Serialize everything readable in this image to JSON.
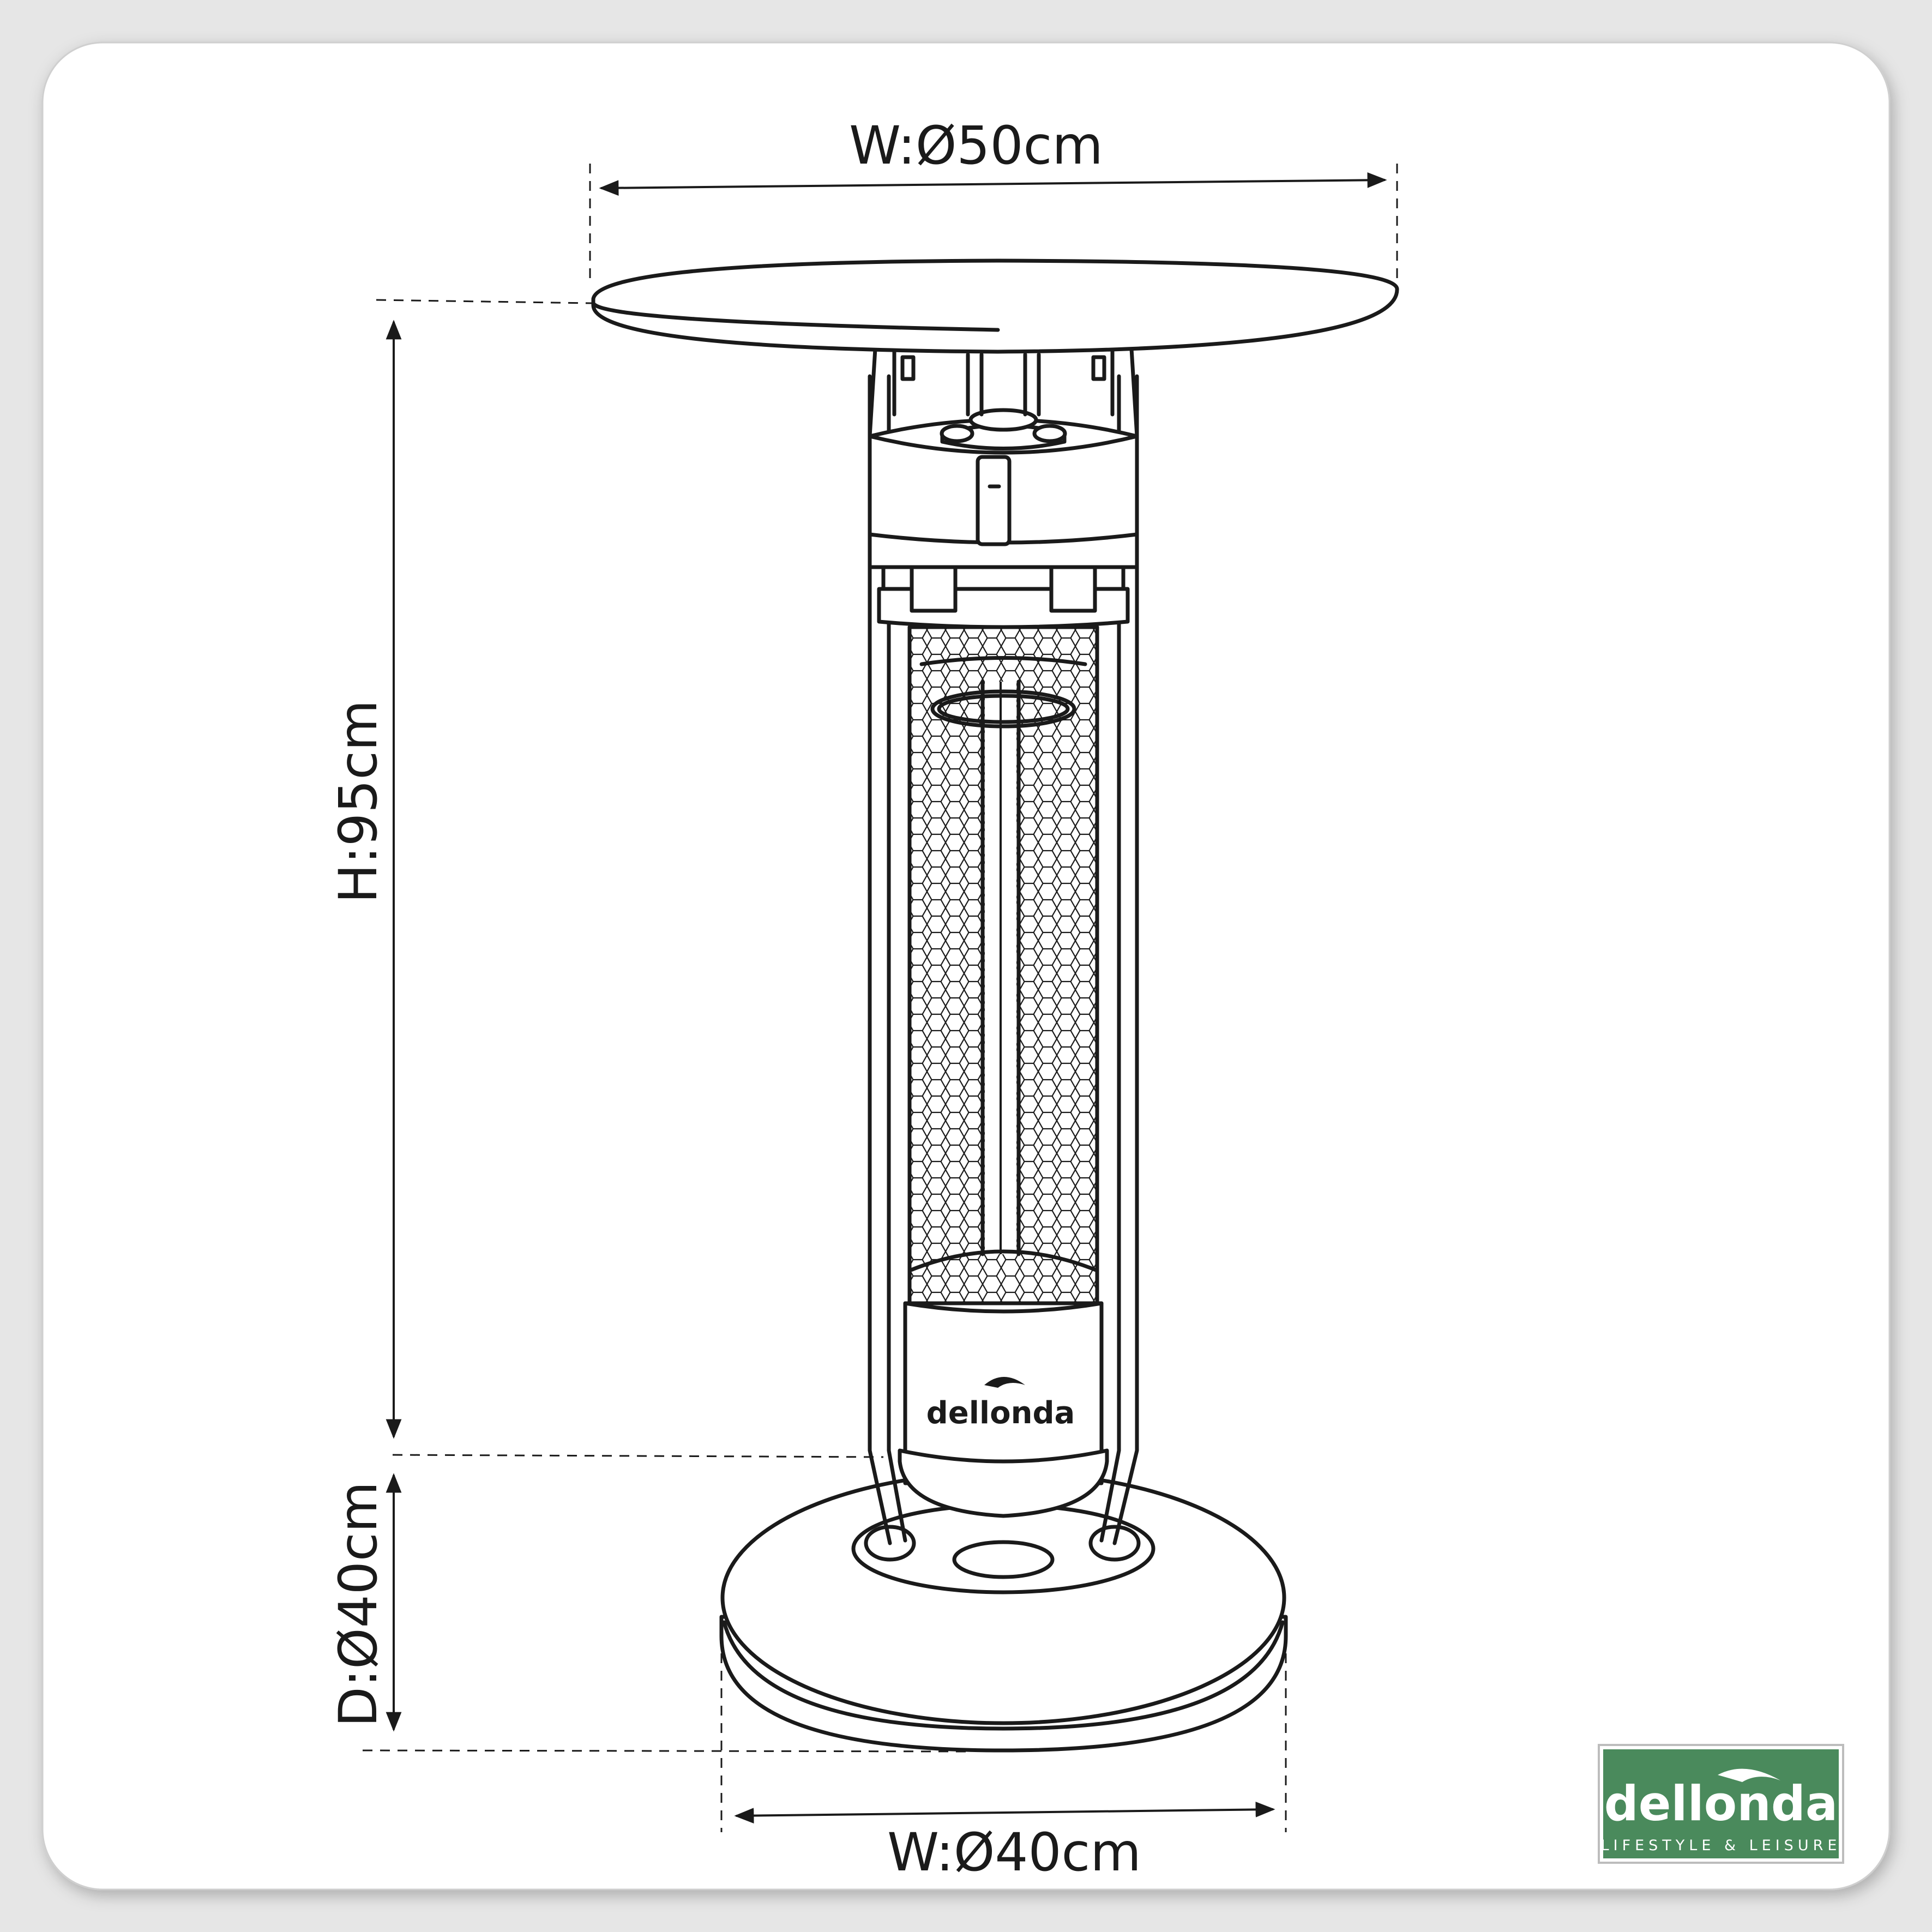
{
  "dimensions": {
    "top_width": "W:Ø50cm",
    "height": "H:95cm",
    "base_depth": "D:Ø40cm",
    "base_width": "W:Ø40cm"
  },
  "product_brand": "dellonda",
  "logo": {
    "brand": "dellonda",
    "tagline": "LIFESTYLE & LEISURE",
    "color": "#4a8a5c"
  },
  "colors": {
    "line": "#1a1a1a",
    "card": "#ffffff",
    "background": "#e6e6e6"
  }
}
